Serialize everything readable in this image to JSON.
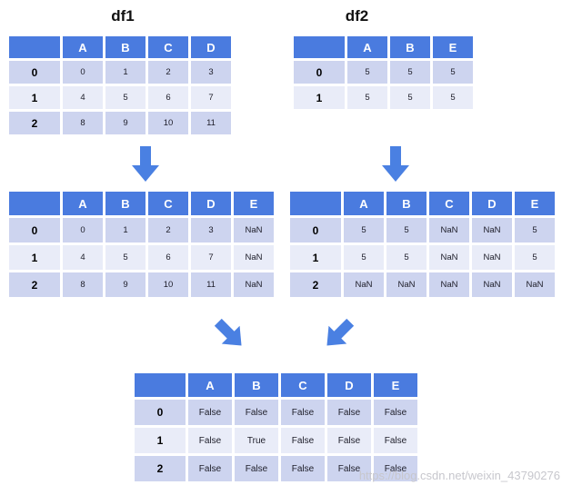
{
  "titles": {
    "df1": "df1",
    "df2": "df2"
  },
  "tables": {
    "df1": {
      "headers": [
        "A",
        "B",
        "C",
        "D"
      ],
      "rows": [
        {
          "index": "0",
          "cells": [
            "0",
            "1",
            "2",
            "3"
          ]
        },
        {
          "index": "1",
          "cells": [
            "4",
            "5",
            "6",
            "7"
          ]
        },
        {
          "index": "2",
          "cells": [
            "8",
            "9",
            "10",
            "11"
          ]
        }
      ]
    },
    "df2": {
      "headers": [
        "A",
        "B",
        "E"
      ],
      "rows": [
        {
          "index": "0",
          "cells": [
            "5",
            "5",
            "5"
          ]
        },
        {
          "index": "1",
          "cells": [
            "5",
            "5",
            "5"
          ]
        }
      ]
    },
    "df1_aligned": {
      "headers": [
        "A",
        "B",
        "C",
        "D",
        "E"
      ],
      "rows": [
        {
          "index": "0",
          "cells": [
            "0",
            "1",
            "2",
            "3",
            "NaN"
          ]
        },
        {
          "index": "1",
          "cells": [
            "4",
            "5",
            "6",
            "7",
            "NaN"
          ]
        },
        {
          "index": "2",
          "cells": [
            "8",
            "9",
            "10",
            "11",
            "NaN"
          ]
        }
      ]
    },
    "df2_aligned": {
      "headers": [
        "A",
        "B",
        "C",
        "D",
        "E"
      ],
      "rows": [
        {
          "index": "0",
          "cells": [
            "5",
            "5",
            "NaN",
            "NaN",
            "5"
          ]
        },
        {
          "index": "1",
          "cells": [
            "5",
            "5",
            "NaN",
            "NaN",
            "5"
          ]
        },
        {
          "index": "2",
          "cells": [
            "NaN",
            "NaN",
            "NaN",
            "NaN",
            "NaN"
          ]
        }
      ]
    },
    "result": {
      "headers": [
        "A",
        "B",
        "C",
        "D",
        "E"
      ],
      "rows": [
        {
          "index": "0",
          "cells": [
            "False",
            "False",
            "False",
            "False",
            "False"
          ]
        },
        {
          "index": "1",
          "cells": [
            "False",
            "True",
            "False",
            "False",
            "False"
          ]
        },
        {
          "index": "2",
          "cells": [
            "False",
            "False",
            "False",
            "False",
            "False"
          ]
        }
      ]
    }
  },
  "icons": {
    "down_arrow": "down-arrow",
    "diagonal_arrow_se": "arrow-pointing-down-right",
    "diagonal_arrow_sw": "arrow-pointing-down-left"
  },
  "watermark": "https://blog.csdn.net/weixin_43790276",
  "colors": {
    "header_bg": "#4a7bdf",
    "arrow": "#4a80e2",
    "row_odd": "#cdd4ef",
    "row_even": "#e9ecf8",
    "cell_text": "#20202c",
    "watermark": "#c7c7cd"
  }
}
